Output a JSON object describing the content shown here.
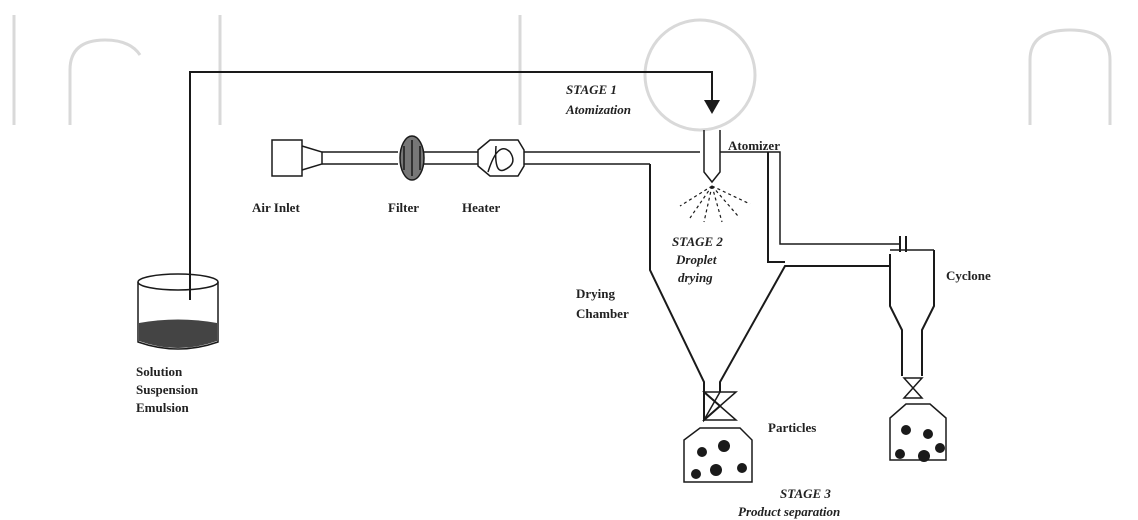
{
  "labels": {
    "stage1_title": "STAGE 1",
    "stage1_sub": "Atomization",
    "atomizer": "Atomizer",
    "air_inlet": "Air Inlet",
    "filter": "Filter",
    "heater": "Heater",
    "stage2_title": "STAGE 2",
    "stage2_sub1": "Droplet",
    "stage2_sub2": "drying",
    "drying1": "Drying",
    "drying2": "Chamber",
    "cyclone": "Cyclone",
    "feed1": "Solution",
    "feed2": "Suspension",
    "feed3": "Emulsion",
    "particles": "Particles",
    "stage3_title": "STAGE 3",
    "stage3_sub": "Product separation"
  },
  "colors": {
    "line": "#1a1a1a",
    "watermark": "#d9d9d9",
    "liquid": "#444444"
  }
}
